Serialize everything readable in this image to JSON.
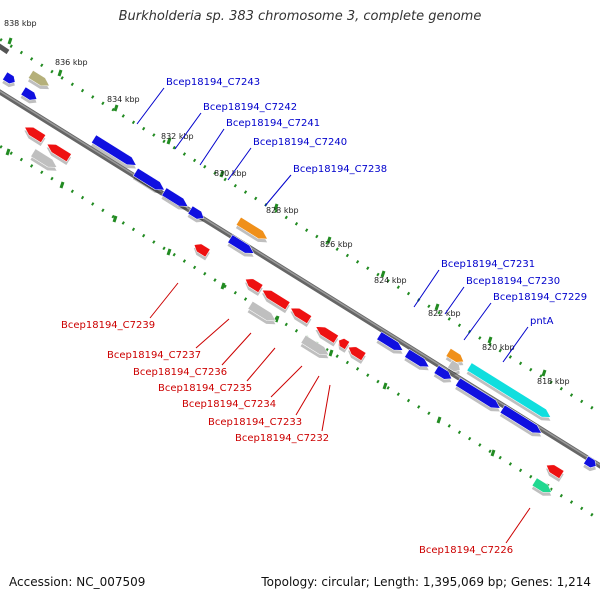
{
  "header": {
    "title": "Burkholderia sp. 383 chromosome 3, complete genome"
  },
  "footer": {
    "accession": "Accession: NC_007509",
    "summary": "Topology: circular; Length: 1,395,069 bp; Genes: 1,214"
  },
  "colors": {
    "backbone": "#808080",
    "tick_dot": "#228b22",
    "label_forward": "#0000cc",
    "label_reverse": "#cc0000",
    "blue_gene": "#1010e0",
    "red_gene": "#ee1111",
    "grey_gene": "#bfbfbf",
    "olive_gene": "#b5b07a",
    "orange_gene": "#f0901a",
    "cyan_gene": "#10dede",
    "green_gene": "#20d890"
  },
  "ticks": [
    "838 kbp",
    "836 kbp",
    "834 kbp",
    "832 kbp",
    "830 kbp",
    "828 kbp",
    "826 kbp",
    "824 kbp",
    "822 kbp",
    "820 kbp",
    "818 kbp"
  ],
  "forward_labels": [
    "Bcep18194_C7243",
    "Bcep18194_C7242",
    "Bcep18194_C7241",
    "Bcep18194_C7240",
    "Bcep18194_C7238",
    "Bcep18194_C7231",
    "Bcep18194_C7230",
    "Bcep18194_C7229",
    "pntA"
  ],
  "reverse_labels": [
    "Bcep18194_C7239",
    "Bcep18194_C7237",
    "Bcep18194_C7236",
    "Bcep18194_C7235",
    "Bcep18194_C7234",
    "Bcep18194_C7233",
    "Bcep18194_C7232",
    "Bcep18194_C7226"
  ]
}
